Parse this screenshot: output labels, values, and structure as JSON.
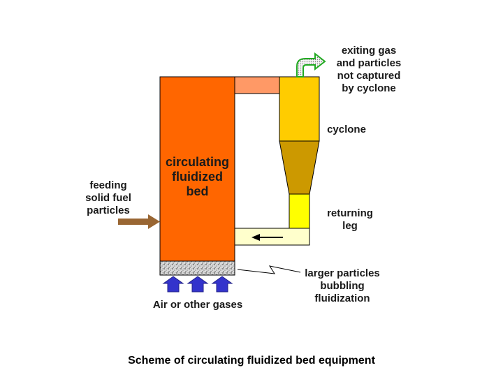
{
  "labels": {
    "exiting": [
      "exiting gas",
      "and particles",
      "not captured",
      "by cyclone"
    ],
    "cyclone": "cyclone",
    "bed": [
      "circulating",
      "fluidized",
      "bed"
    ],
    "feeding": [
      "feeding",
      "solid fuel",
      "particles"
    ],
    "returning": [
      "returning",
      "leg"
    ],
    "larger": [
      "larger particles",
      "bubbling",
      "fluidization"
    ],
    "air": "Air or other gases"
  },
  "caption": "Scheme of circulating fluidized bed equipment",
  "colors": {
    "riser": "#ff6600",
    "riser_top": "#ff9966",
    "cyclone_upper": "#ffcc00",
    "cyclone_cone": "#cc9900",
    "return_leg": "#ffff00",
    "return_pipe": "#ffffcc",
    "feed_arrow": "#996633",
    "air_arrows": "#3333cc",
    "exit_arrow": "#33aa33"
  }
}
